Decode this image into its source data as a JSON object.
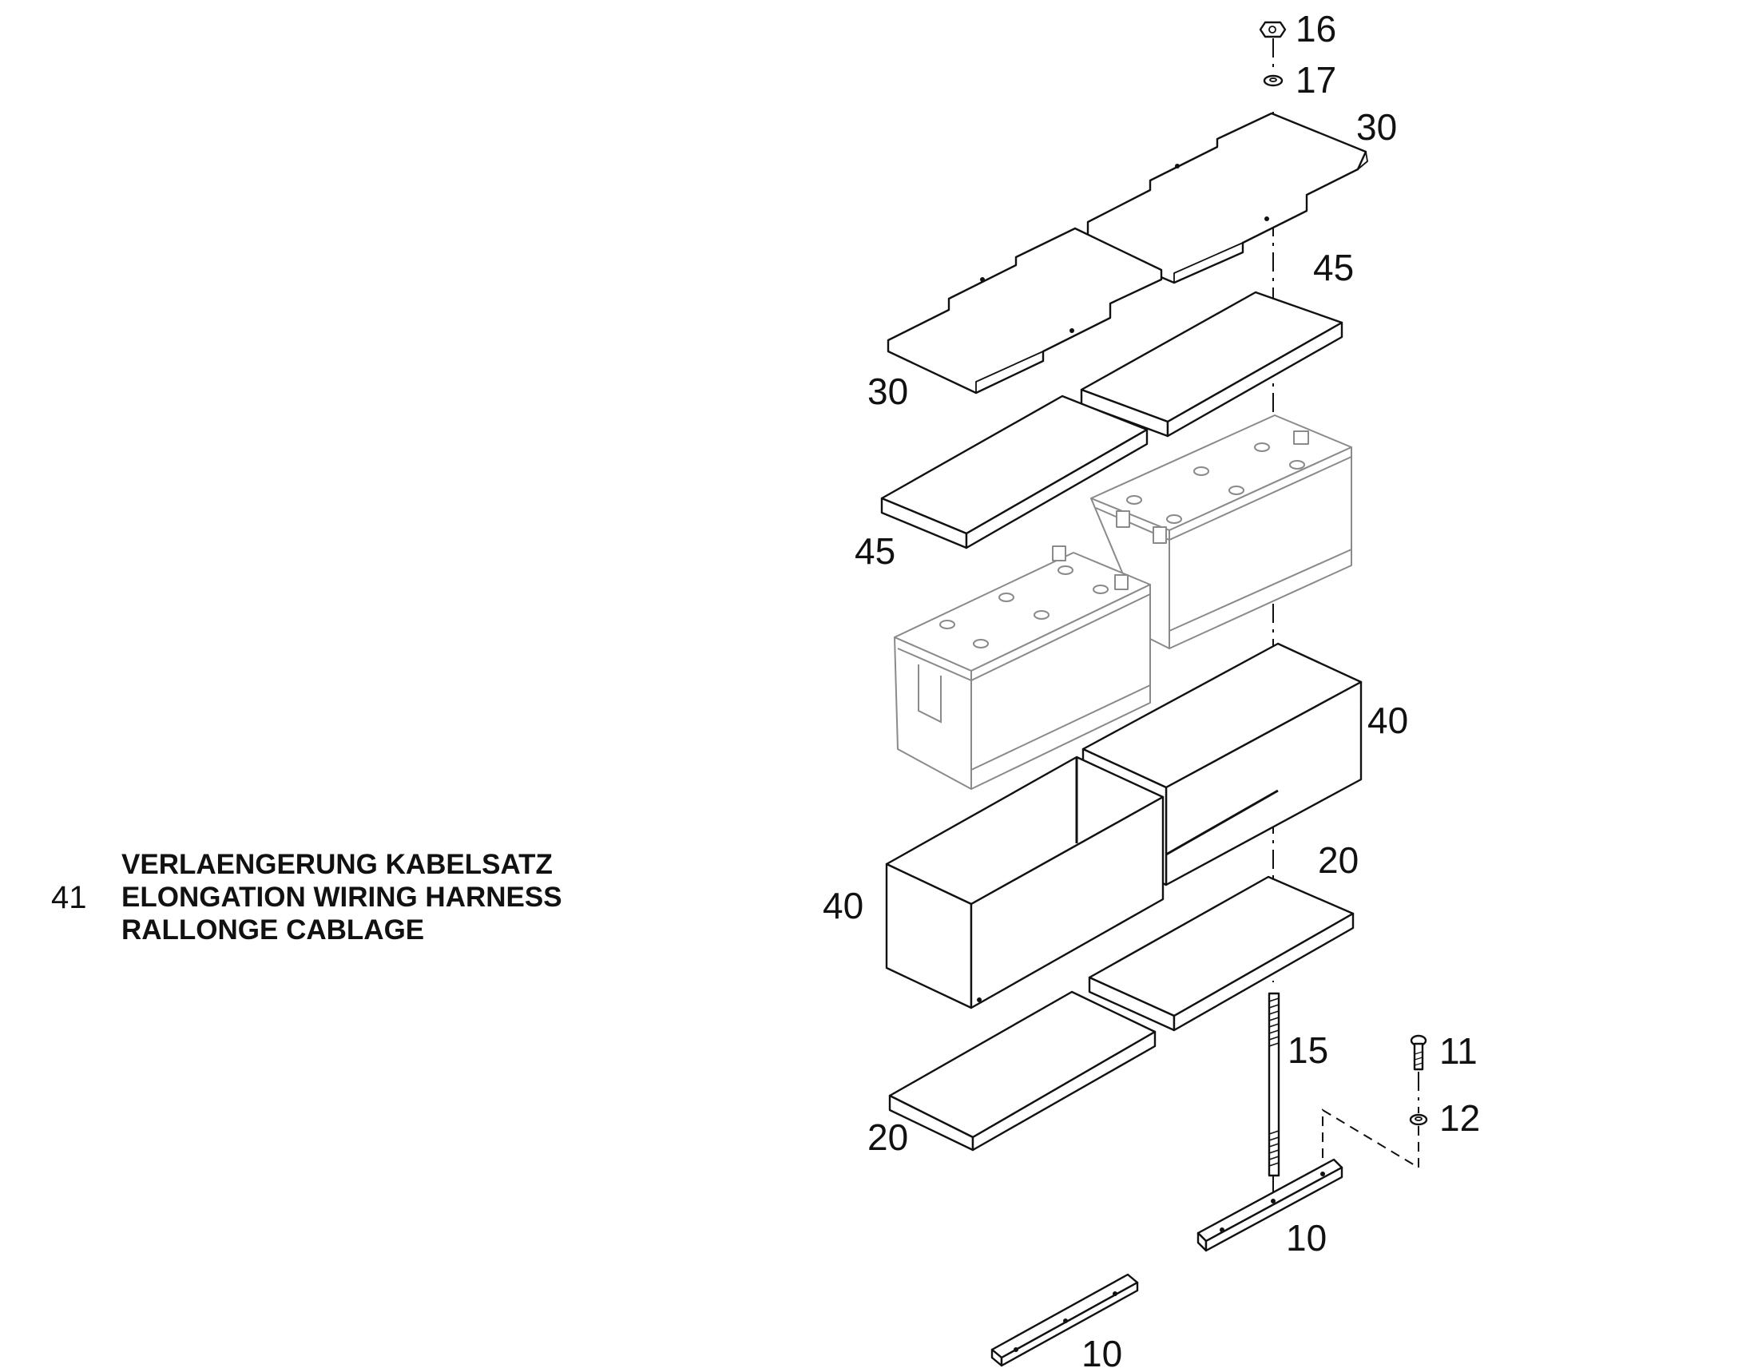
{
  "legend": {
    "number": "41",
    "lines": [
      "VERLAENGERUNG KABELSATZ",
      "ELONGATION WIRING HARNESS",
      "RALLONGE CABLAGE"
    ]
  },
  "labels": {
    "p16": "16",
    "p17": "17",
    "p30a": "30",
    "p30b": "30",
    "p45a": "45",
    "p45b": "45",
    "p40a": "40",
    "p40b": "40",
    "p20a": "20",
    "p20b": "20",
    "p15": "15",
    "p11": "11",
    "p12": "12",
    "p10a": "10",
    "p10b": "10"
  }
}
